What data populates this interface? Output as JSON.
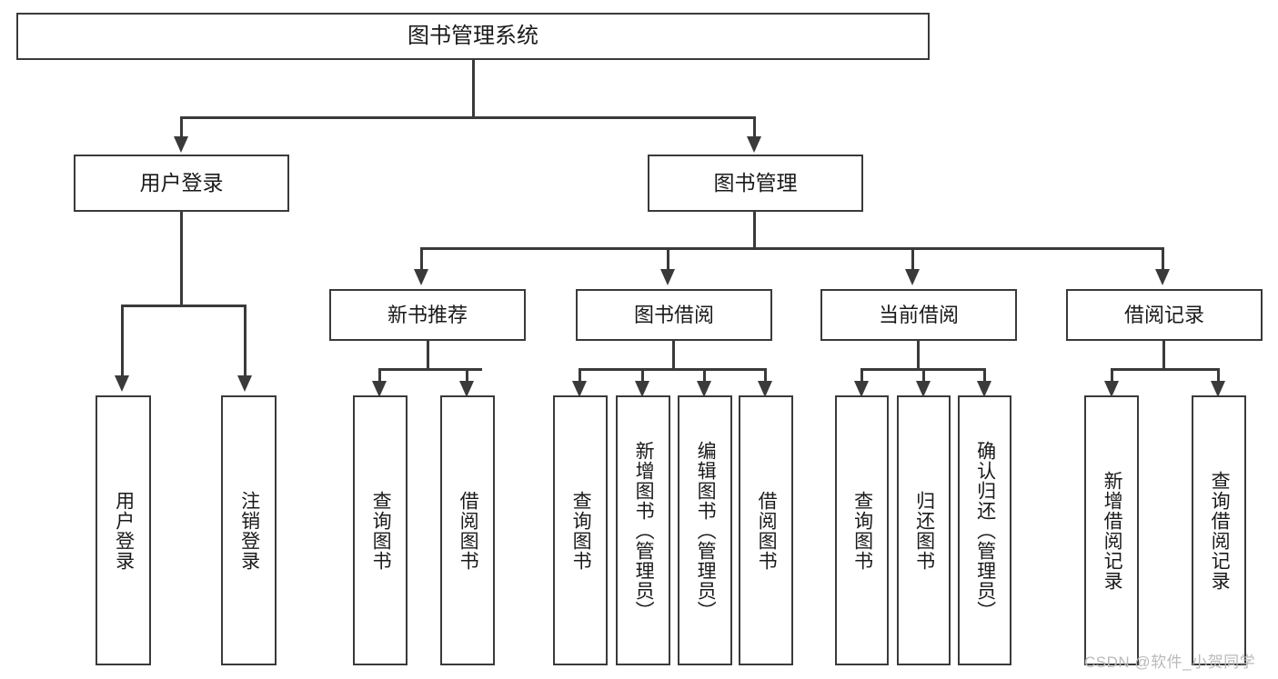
{
  "diagram": {
    "title": "图书管理系统",
    "type": "hierarchy-tree",
    "colors": {
      "stroke": "#3a3a3a",
      "fill": "#ffffff",
      "text": "#1a1a1a",
      "watermark": "#b9b9b9"
    },
    "levels": {
      "root": {
        "label": "图书管理系统"
      },
      "level2": [
        {
          "label": "用户登录"
        },
        {
          "label": "图书管理"
        }
      ],
      "level3": [
        {
          "label": "新书推荐"
        },
        {
          "label": "图书借阅"
        },
        {
          "label": "当前借阅"
        },
        {
          "label": "借阅记录"
        }
      ],
      "leaves": {
        "user_login": [
          {
            "label": "用户登录"
          },
          {
            "label": "注销登录"
          }
        ],
        "new_book_recommend": [
          {
            "label": "查询图书"
          },
          {
            "label": "借阅图书"
          }
        ],
        "book_borrow": [
          {
            "label": "查询图书"
          },
          {
            "label": "新增图书（管理员）"
          },
          {
            "label": "编辑图书（管理员）"
          },
          {
            "label": "借阅图书"
          }
        ],
        "current_borrow": [
          {
            "label": "查询图书"
          },
          {
            "label": "归还图书"
          },
          {
            "label": "确认归还（管理员）"
          }
        ],
        "borrow_record": [
          {
            "label": "新增借阅记录"
          },
          {
            "label": "查询借阅记录"
          }
        ]
      }
    }
  },
  "watermark": {
    "text": "CSDN @软件_小贺同学"
  }
}
